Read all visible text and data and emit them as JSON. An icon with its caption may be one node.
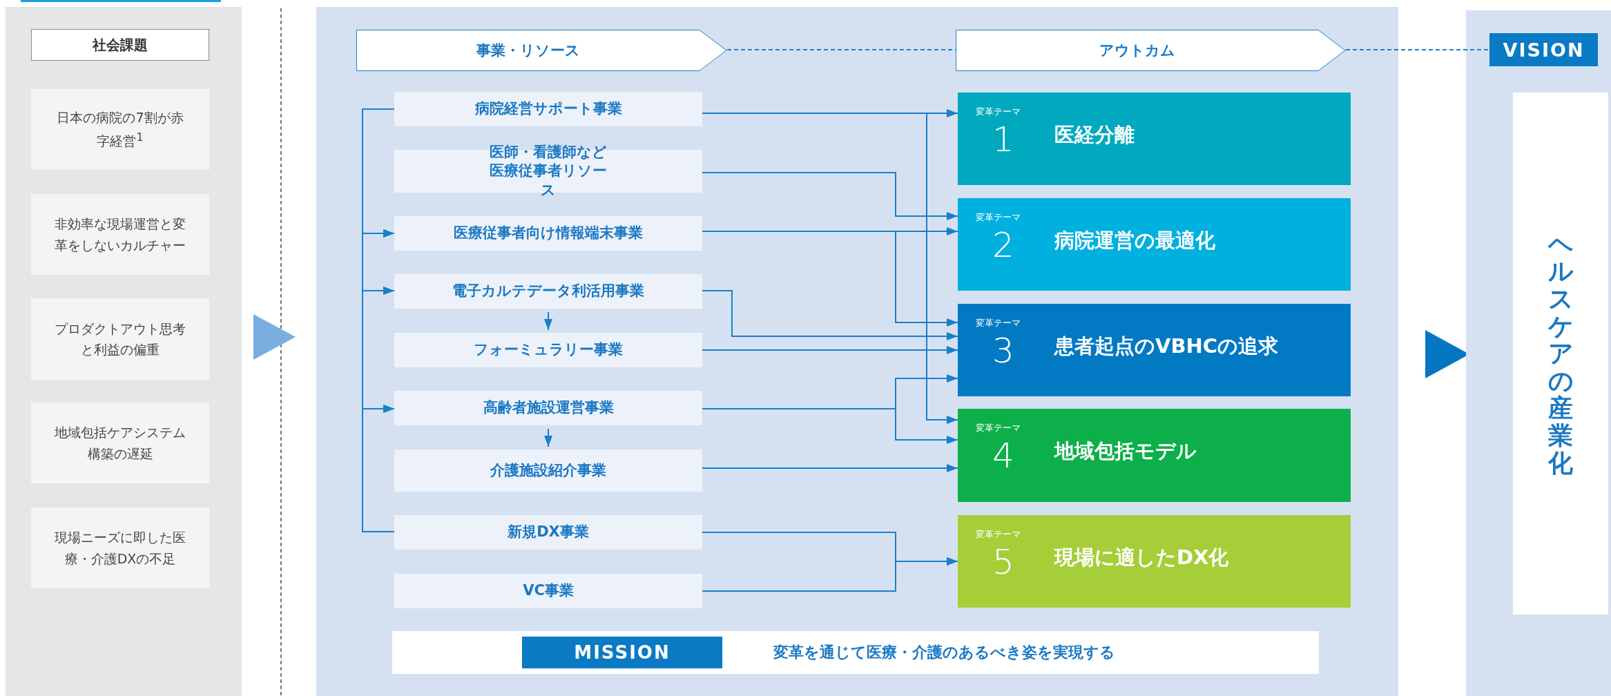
{
  "diagram": {
    "nodes": [
      {
        "text": [
          "社会課題"
        ]
      },
      {
        "text": [
          "日本の病院の7割が赤字経営$^{1}$"
        ]
      },
      {
        "text": [
          "非効率な現場運営と変革をしないカルチャー"
        ]
      },
      {
        "text": [
          "プロダクトアウト思考と利益の偏重"
        ]
      },
      {
        "text": [
          "地域包括ケアシステム構築の遅延"
        ]
      },
      {
        "text": [
          "現場ニーズに即した医療・介護DXの不足"
        ]
      },
      {
        "text": [
          "事業・リソース"
        ]
      },
      {
        "text": [
          "アウトカム"
        ]
      },
      {
        "text": [
          "VISION"
        ]
      },
      {
        "text": [
          "病院経営サポート事業"
        ]
      },
      {
        "text": [
          "医師・看護師など医療従事者リソース"
        ]
      },
      {
        "text": [
          "医療従事者向け情報端末事業"
        ]
      },
      {
        "text": [
          "電子カルテデータ利活用事業"
        ]
      },
      {
        "text": [
          "フォーミュラリー事業"
        ]
      },
      {
        "text": [
          "高齢者施設運営事業"
        ]
      },
      {
        "text": [
          "介護施設紹介事業"
        ]
      },
      {
        "text": [
          "新規DX事業"
        ]
      },
      {
        "text": [
          "VC事業"
        ]
      },
      {
        "text": [
          "変革テーマ",
          "1",
          "医経分離"
        ]
      },
      {
        "text": [
          "変革テーマ",
          "2",
          "病院運営の最適化"
        ]
      },
      {
        "text": [
          "変革テーマ",
          "3",
          "患者起点のVBHCの追求"
        ]
      },
      {
        "text": [
          "変革テーマ",
          "4",
          "地域包括モデル"
        ]
      },
      {
        "text": [
          "変革テーマ",
          "5",
          "現場に適したDX化"
        ]
      },
      {
        "text": [
          "ヘルスケアの産業化"
        ]
      },
      {
        "text": [
          "変革を通じて医療・介護のあるべき姿を実現する"
        ]
      },
      {
        "text": [
          "MISSION"
        ],
        "in": 24
      }
    ],
    "edges": [
      {
        "from": 6,
        "to": 7,
        "arrow": "none",
        "style": "dashed"
      },
      {
        "from": 7,
        "to": 8,
        "arrow": "none",
        "style": "dashed"
      },
      {
        "from": 9,
        "to": 11,
        "arrow": "to"
      },
      {
        "from": 9,
        "to": 12,
        "arrow": "to"
      },
      {
        "from": 9,
        "to": 14,
        "arrow": "to"
      },
      {
        "from": 16,
        "to": 11,
        "arrow": "to"
      },
      {
        "from": 16,
        "to": 12,
        "arrow": "to"
      },
      {
        "from": 16,
        "to": 14,
        "arrow": "to"
      },
      {
        "from": 12,
        "to": 13,
        "arrow": "to"
      },
      {
        "from": 14,
        "to": 15,
        "arrow": "to"
      },
      {
        "from": 9,
        "to": 18,
        "arrow": "to"
      },
      {
        "from": 9,
        "to": 21,
        "arrow": "to"
      },
      {
        "from": 10,
        "to": 19,
        "arrow": "to"
      },
      {
        "from": 11,
        "to": 19,
        "arrow": "to"
      },
      {
        "from": 11,
        "to": 20,
        "arrow": "to"
      },
      {
        "from": 12,
        "to": 20,
        "arrow": "to"
      },
      {
        "from": 13,
        "to": 20,
        "arrow": "to"
      },
      {
        "from": 14,
        "to": 20,
        "arrow": "to"
      },
      {
        "from": 14,
        "to": 21,
        "arrow": "to"
      },
      {
        "from": 15,
        "to": 21,
        "arrow": "to"
      },
      {
        "from": 16,
        "to": 22,
        "arrow": "to"
      },
      {
        "from": 17,
        "to": 22,
        "arrow": "to"
      }
    ]
  }
}
